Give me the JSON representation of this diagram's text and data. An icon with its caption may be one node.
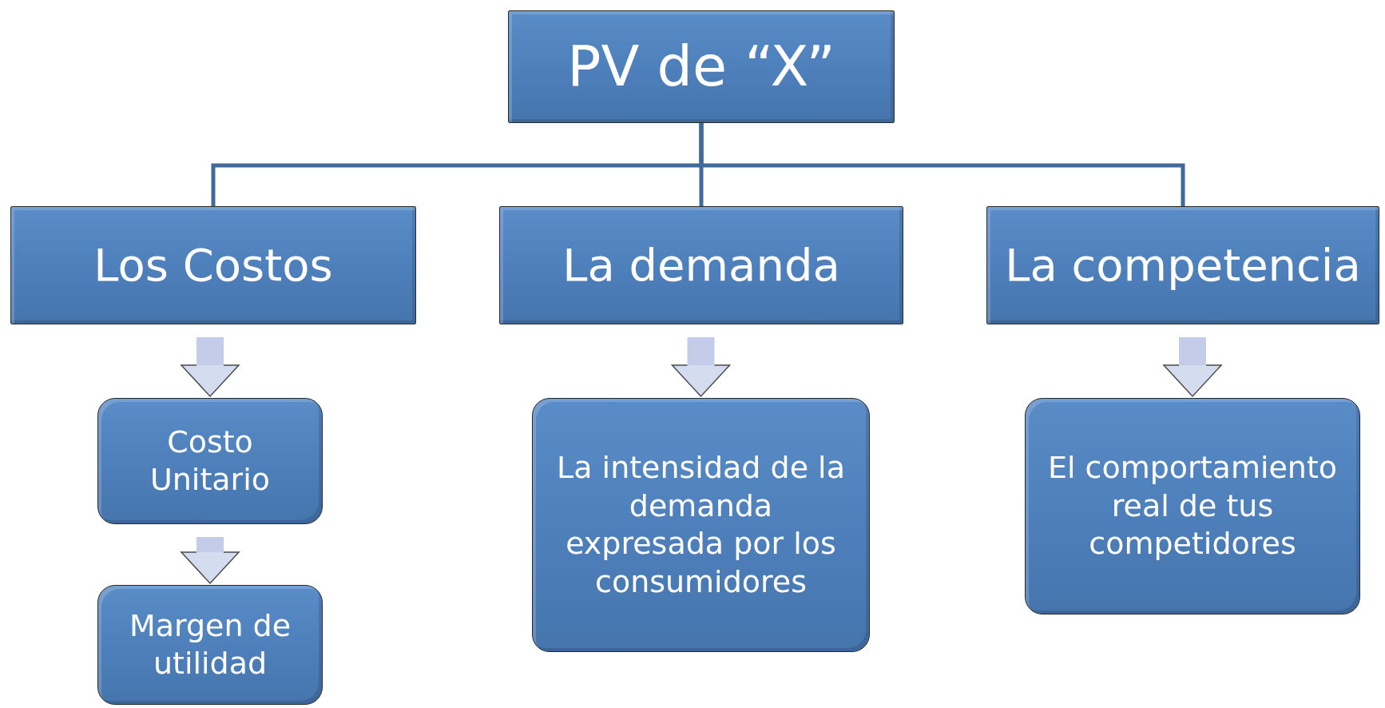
{
  "diagram": {
    "nodes": [
      {
        "text": [
          "PV de “X”"
        ]
      },
      {
        "text": [
          "Los Costos"
        ]
      },
      {
        "text": [
          "Costo Unitario"
        ]
      },
      {
        "text": [
          "Margen de utilidad"
        ]
      },
      {
        "text": [
          "La demanda"
        ]
      },
      {
        "text": [
          "La intensidad de la demanda expresada por los consumidores"
        ]
      },
      {
        "text": [
          "La competencia"
        ]
      },
      {
        "text": [
          "El comportamiento real de tus competidores"
        ]
      }
    ],
    "edges": [
      {
        "from": 0,
        "to": 1,
        "arrow": "none",
        "color": "#3e6a9c"
      },
      {
        "from": 0,
        "to": 4,
        "arrow": "none",
        "color": "#3e6a9c"
      },
      {
        "from": 0,
        "to": 6,
        "arrow": "none",
        "color": "#3e6a9c"
      },
      {
        "from": 1,
        "to": 2,
        "arrow": "to"
      },
      {
        "from": 2,
        "to": 3,
        "arrow": "to"
      },
      {
        "from": 4,
        "to": 5,
        "arrow": "to"
      },
      {
        "from": 6,
        "to": 7,
        "arrow": "to"
      }
    ]
  }
}
